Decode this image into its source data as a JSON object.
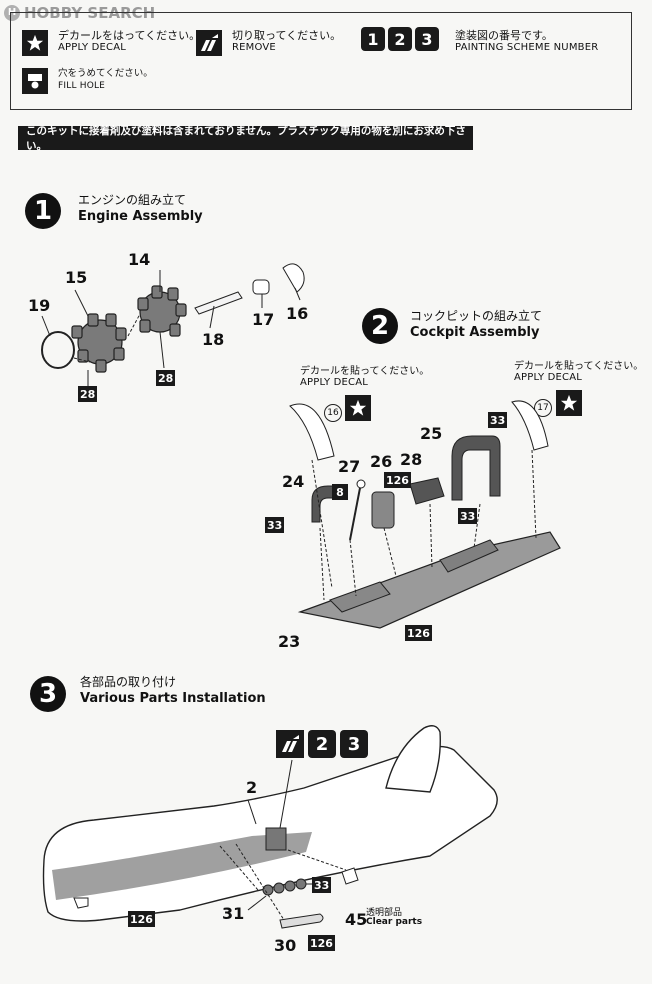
{
  "watermark": {
    "text": "HOBBY SEARCH"
  },
  "legend": {
    "apply_jp": "デカールをはってください。",
    "apply_en": "APPLY DECAL",
    "remove_jp": "切り取ってください。",
    "remove_en": "REMOVE",
    "scheme_jp": "塗装図の番号です。",
    "scheme_en": "PAINTING SCHEME NUMBER",
    "fill_jp": "穴をうめてください。",
    "fill_en": "FILL HOLE",
    "scheme_numbers": [
      "1",
      "2",
      "3"
    ]
  },
  "notice": "このキットに接着剤及び塗料は含まれておりません。プラスチック専用の物を別にお求め下さい。",
  "steps": {
    "s1": {
      "num": "1",
      "jp": "エンジンの組み立て",
      "en": "Engine Assembly"
    },
    "s2": {
      "num": "2",
      "jp": "コックピットの組み立て",
      "en": "Cockpit Assembly"
    },
    "s3": {
      "num": "3",
      "jp": "各部品の取り付け",
      "en": "Various Parts Installation"
    }
  },
  "decal_labels": {
    "jp": "デカールを貼ってください。",
    "en": "APPLY DECAL",
    "left_num": "16",
    "right_num": "17"
  },
  "parts": {
    "p14": "14",
    "p15": "15",
    "p16": "16",
    "p17": "17",
    "p18": "18",
    "p19": "19",
    "p23": "23",
    "p24": "24",
    "p25": "25",
    "p26": "26",
    "p27": "27",
    "p28": "28",
    "p2": "2",
    "p30": "30",
    "p31": "31",
    "p45": "45"
  },
  "color_badges": {
    "b28a": "28",
    "b28b": "28",
    "b33a": "33",
    "b33b": "33",
    "b33c": "33",
    "b8": "8",
    "b126a": "126",
    "b126b": "126",
    "b126c": "126",
    "b126d": "126",
    "b33d": "33"
  },
  "clear_parts": {
    "jp": "透明部品",
    "en": "Clear parts"
  }
}
